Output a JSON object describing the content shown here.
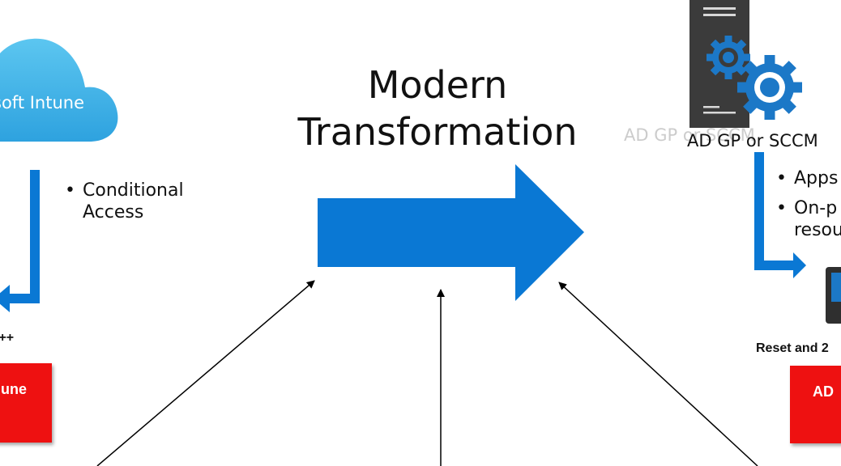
{
  "title": {
    "line1": "Modern",
    "line2": "Transformation"
  },
  "left": {
    "cloud_label": "rosoft Intune",
    "bullets": [
      "Conditional Access"
    ],
    "join_label": "l++",
    "box_label": "une"
  },
  "right": {
    "server_label": "AD GP or SCCM",
    "ghost_label": "AD GP or SCCM",
    "bullets": [
      "Apps",
      "On-p",
      "resou"
    ],
    "reset_label": "Reset and 2",
    "box_label": "AD"
  },
  "colors": {
    "arrow_blue": "#0a78d4",
    "cloud_blue": "#3fb7ea",
    "box_red": "#ee1111",
    "server_dark": "#3b3b3b"
  },
  "icons": [
    "cloud-icon",
    "server-icon",
    "gear-icon",
    "device-icon",
    "big-right-arrow-icon"
  ]
}
